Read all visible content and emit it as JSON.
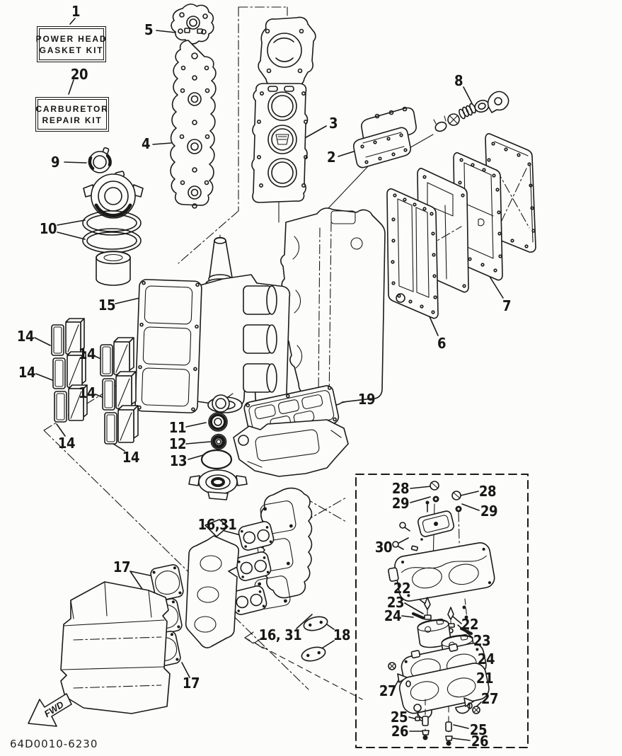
{
  "colors": {
    "ink": "#1a1a1a",
    "paper": "#fcfcfa"
  },
  "kit_boxes": {
    "power_head": {
      "callout": "1",
      "line1": "POWER HEAD",
      "line2": "GASKET KIT"
    },
    "carburetor": {
      "callout": "20",
      "line1": "CARBURETOR",
      "line2": "REPAIR KIT"
    }
  },
  "fwd_label": "FWD",
  "part_code": "64D0010-6230",
  "callouts": [
    {
      "label": "1"
    },
    {
      "label": "20"
    },
    {
      "label": "5"
    },
    {
      "label": "4"
    },
    {
      "label": "9"
    },
    {
      "label": "10"
    },
    {
      "label": "3"
    },
    {
      "label": "2"
    },
    {
      "label": "8"
    },
    {
      "label": "7"
    },
    {
      "label": "6"
    },
    {
      "label": "15"
    },
    {
      "label": "14"
    },
    {
      "label": "14"
    },
    {
      "label": "14"
    },
    {
      "label": "14"
    },
    {
      "label": "14"
    },
    {
      "label": "14"
    },
    {
      "label": "11"
    },
    {
      "label": "12"
    },
    {
      "label": "13"
    },
    {
      "label": "19"
    },
    {
      "label": "16,31"
    },
    {
      "label": "17"
    },
    {
      "label": "16, 31"
    },
    {
      "label": "18"
    },
    {
      "label": "17"
    },
    {
      "label": "28"
    },
    {
      "label": "29"
    },
    {
      "label": "28"
    },
    {
      "label": "29"
    },
    {
      "label": "30"
    },
    {
      "label": "22"
    },
    {
      "label": "23"
    },
    {
      "label": "24"
    },
    {
      "label": "22"
    },
    {
      "label": "23"
    },
    {
      "label": "24"
    },
    {
      "label": "21"
    },
    {
      "label": "27"
    },
    {
      "label": "27"
    },
    {
      "label": "25"
    },
    {
      "label": "26"
    },
    {
      "label": "25"
    },
    {
      "label": "26"
    }
  ]
}
